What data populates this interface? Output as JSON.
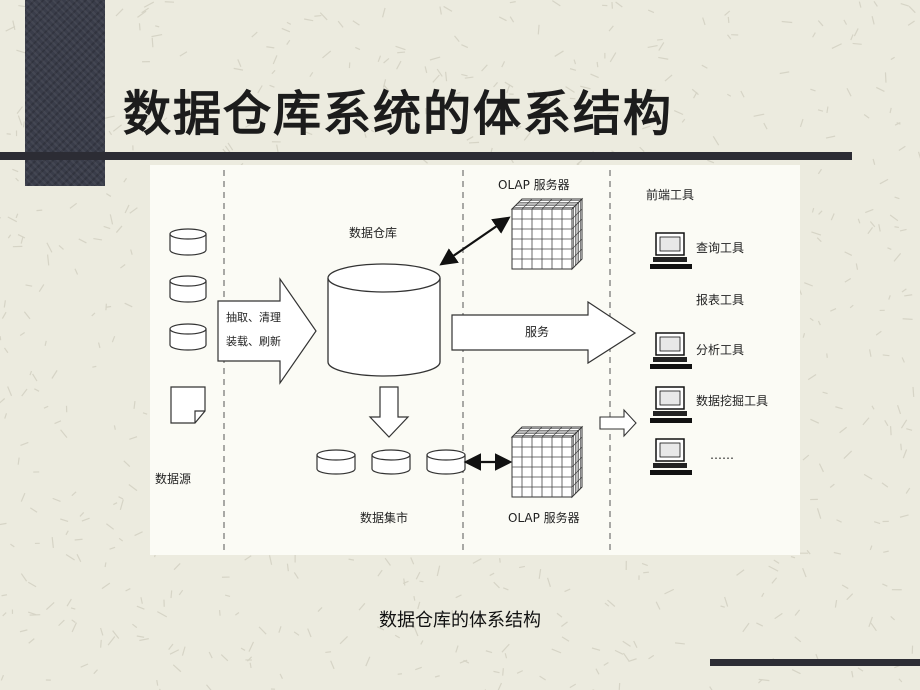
{
  "slide": {
    "title": "数据仓库系统的体系结构",
    "caption": "数据仓库的体系结构"
  },
  "diagram": {
    "data_source_label": "数据源",
    "etl_line1": "抽取、清理",
    "etl_line2": "装载、刷新",
    "warehouse_label": "数据仓库",
    "data_mart_label": "数据集市",
    "olap_top_label": "OLAP 服务器",
    "olap_bottom_label": "OLAP 服务器",
    "service_label": "服务",
    "front_end_label": "前端工具",
    "tools": {
      "query": "查询工具",
      "report": "报表工具",
      "analysis": "分析工具",
      "mining": "数据挖掘工具",
      "more": "……"
    }
  }
}
